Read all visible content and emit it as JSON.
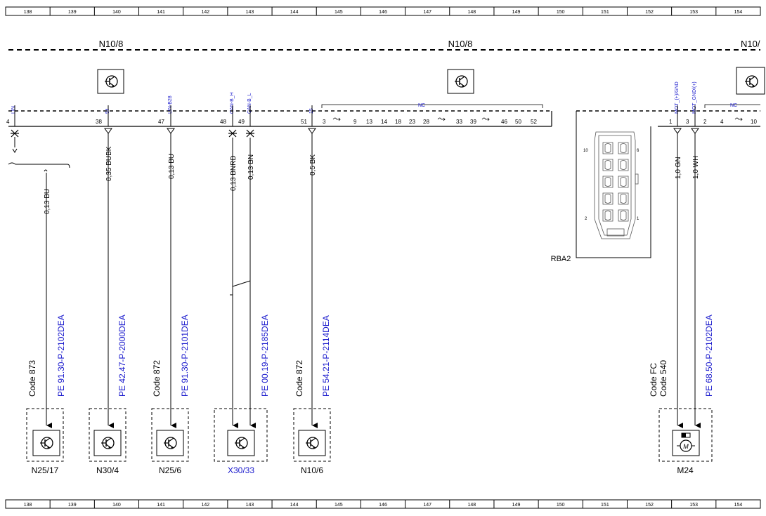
{
  "ruler": {
    "labels": [
      "138",
      "139",
      "140",
      "141",
      "142",
      "143",
      "144",
      "145",
      "146",
      "147",
      "148",
      "149",
      "150",
      "151",
      "152",
      "153",
      "154"
    ]
  },
  "modules": {
    "left": "N10/8",
    "center": "N10/8",
    "right": "N10/"
  },
  "pins": {
    "lin_label": "LIN",
    "pin54_label": "54",
    "linb28_label": "LIN-B28",
    "canbh_label": "CAN-B_H",
    "canbl_label": "CAN-B_L",
    "p15_label": "15",
    "nc_label": "NC",
    "mot_vgnd_label": "MOT_(+)/GND",
    "mot_gnd_label": "MOT_GND/(+)",
    "nc_right_label": "NC",
    "numbers": {
      "p4": "4",
      "p38": "38",
      "p47": "47",
      "p48": "48",
      "p49": "49",
      "p51": "51",
      "p1r": "1",
      "p3r": "3",
      "p2r": "2",
      "p4r": "4",
      "p10r": "10"
    },
    "nc_pins": [
      "3",
      "9",
      "13",
      "14",
      "18",
      "23",
      "28",
      "33",
      "39",
      "46",
      "50",
      "52"
    ]
  },
  "wires": {
    "w1": "0,13 BU",
    "w2": "0,35 BUBK",
    "w3": "0,13 BU",
    "w4": "0,13 BNRD",
    "w5": "0,13 BN",
    "w6": "0,5 BK",
    "w7": "1,0 GN",
    "w8": "1,0 WH"
  },
  "references": {
    "r1": "PE 91.30-P-2102DEA",
    "r2": "PE 42.47-P-2000DEA",
    "r3": "PE 91.30-P-2101DEA",
    "r4": "PE 00.19-P-2185DEA",
    "r5": "PE 54.21-P-2114DEA",
    "r6": "PE 68.50-P-2102DEA"
  },
  "codes": {
    "c1": "Code 873",
    "c3": "Code 872",
    "c5": "Code 872",
    "c6a": "Code FC",
    "c6b": "Code 540"
  },
  "components": {
    "n25_17": "N25/17",
    "n30_4": "N30/4",
    "n25_6": "N25/6",
    "x30_33": "X30/33",
    "n10_6": "N10/6",
    "m24": "M24"
  },
  "connector": {
    "label": "RBA2",
    "pin10": "10",
    "pin6": "6",
    "pin2": "2",
    "pin1": "1"
  },
  "colors": {
    "line": "#000000",
    "link": "#1a1acd",
    "dash": "#333333"
  }
}
